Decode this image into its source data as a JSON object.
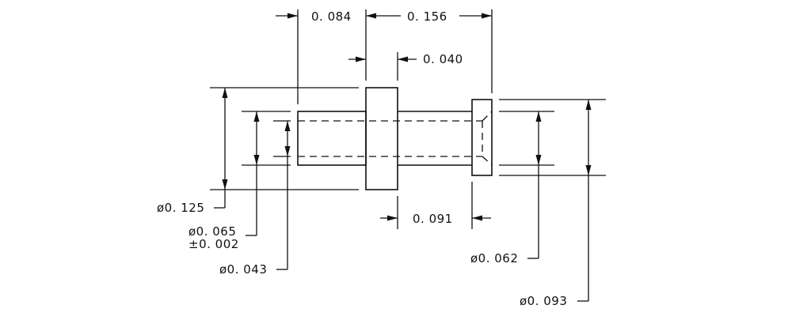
{
  "dimensions": {
    "d1": "0. 084",
    "d2": "0. 156",
    "d3": "0. 040",
    "d4": "0. 091",
    "dia_125": "ø0. 125",
    "dia_065": "ø0. 065",
    "tol_065": "±0. 002",
    "dia_043": "ø0. 043",
    "dia_062": "ø0. 062",
    "dia_093": "ø0. 093"
  }
}
